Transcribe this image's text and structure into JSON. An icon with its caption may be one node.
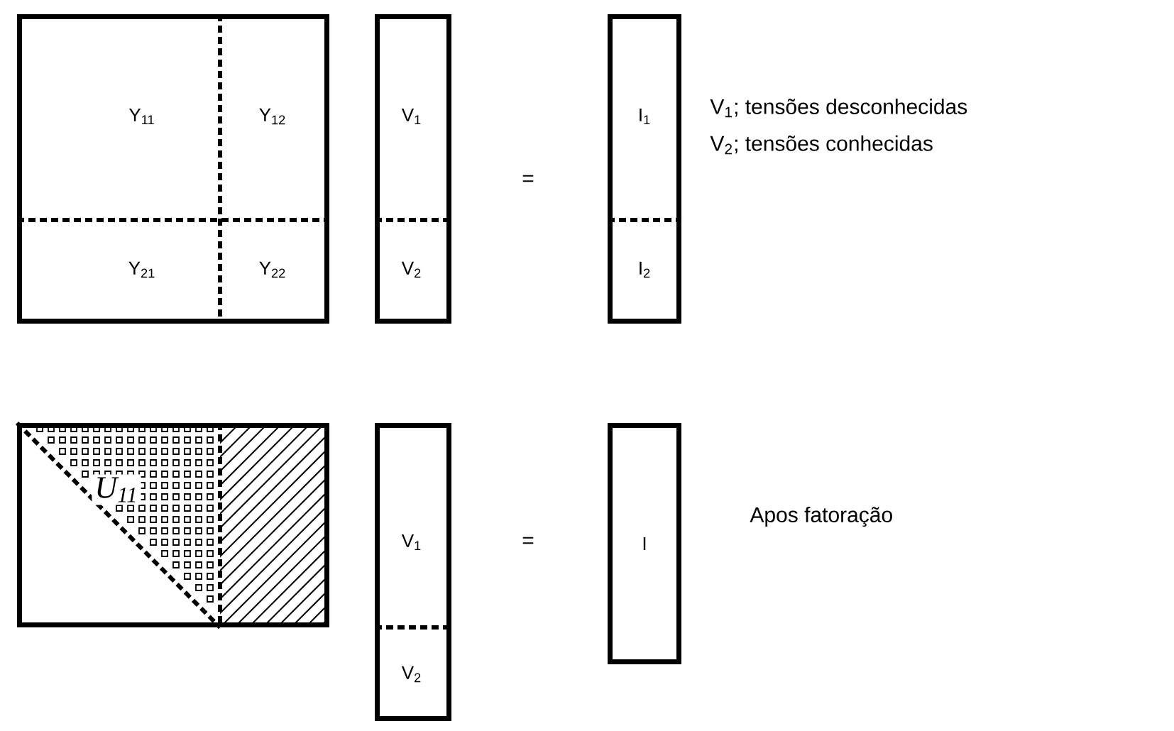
{
  "diagram": {
    "nodes": [
      {
        "text": [],
        "shape": "box"
      },
      {
        "text": [
          "Y$_{11}$"
        ],
        "in": 0
      },
      {
        "text": [
          "Y$_{12}$"
        ],
        "in": 0
      },
      {
        "text": [
          "Y$_{21}$"
        ],
        "in": 0
      },
      {
        "text": [
          "Y$_{22}$"
        ],
        "in": 0
      },
      {
        "text": [],
        "shape": "box"
      },
      {
        "text": [
          "V$_{1}$"
        ],
        "in": 5
      },
      {
        "text": [
          "V$_{2}$"
        ],
        "in": 5
      },
      {
        "text": [],
        "shape": "box"
      },
      {
        "text": [
          "I$_{1}$"
        ],
        "in": 8
      },
      {
        "text": [
          "I$_{2}$"
        ],
        "in": 8
      },
      {
        "text": [],
        "shape": "box"
      },
      {
        "text": [
          "U$_{11}$"
        ],
        "in": 11
      },
      {
        "text": [],
        "shape": "box"
      },
      {
        "text": [
          "V$_{1}$"
        ],
        "in": 13
      },
      {
        "text": [
          "V$_{2}$"
        ],
        "in": 13
      },
      {
        "text": [
          "I"
        ]
      }
    ],
    "labels": [
      "=",
      "V$_{1}$; tensões desconhecidas",
      "V$_{2}$; tensões conhecidas",
      "=",
      "Apos fatoração"
    ]
  }
}
